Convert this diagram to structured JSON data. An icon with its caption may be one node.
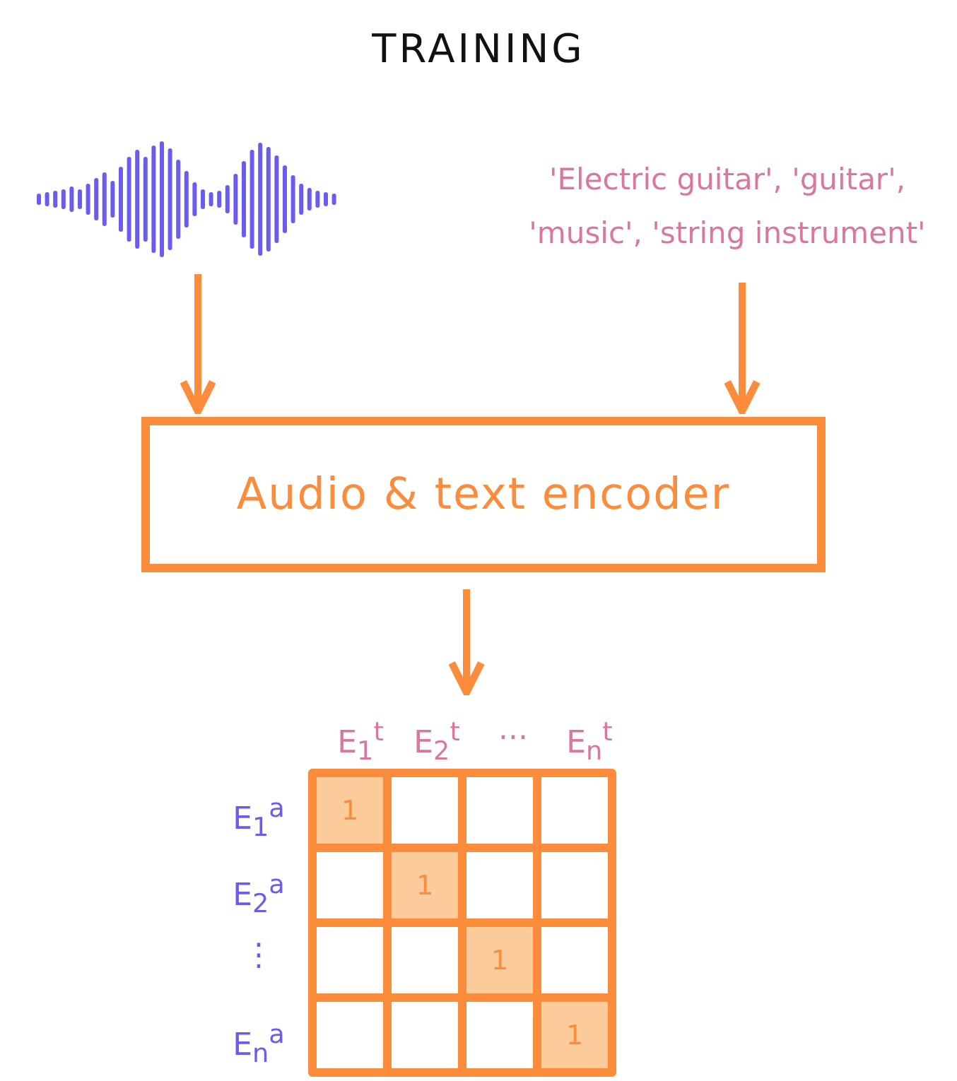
{
  "diagram": {
    "title": "TRAINING",
    "nodes": [
      {
        "text": [],
        "shape": "picture"
      },
      {
        "text": [
          "'Electric guitar', 'guitar', 'music', 'string instrument'"
        ]
      },
      {
        "text": [
          "Audio & text encoder"
        ]
      },
      {
        "text": [],
        "shape": "box"
      }
    ],
    "edges": [
      {
        "from": 0,
        "to": 2,
        "arrow": "to"
      },
      {
        "from": 1,
        "to": 2,
        "arrow": "to"
      },
      {
        "from": 2,
        "to": 3,
        "arrow": "to"
      }
    ],
    "labels": [
      "E$_{1}$$^{t}$",
      "E$_{2}$$^{t}$",
      "...",
      "E$_{n}$$^{t}$",
      "E$_{1}$$^{a}$",
      "1",
      "E$_{2}$$^{a}$",
      "1",
      "⋮",
      "1",
      "E$_{n}$$^{a}$",
      "1"
    ]
  }
}
